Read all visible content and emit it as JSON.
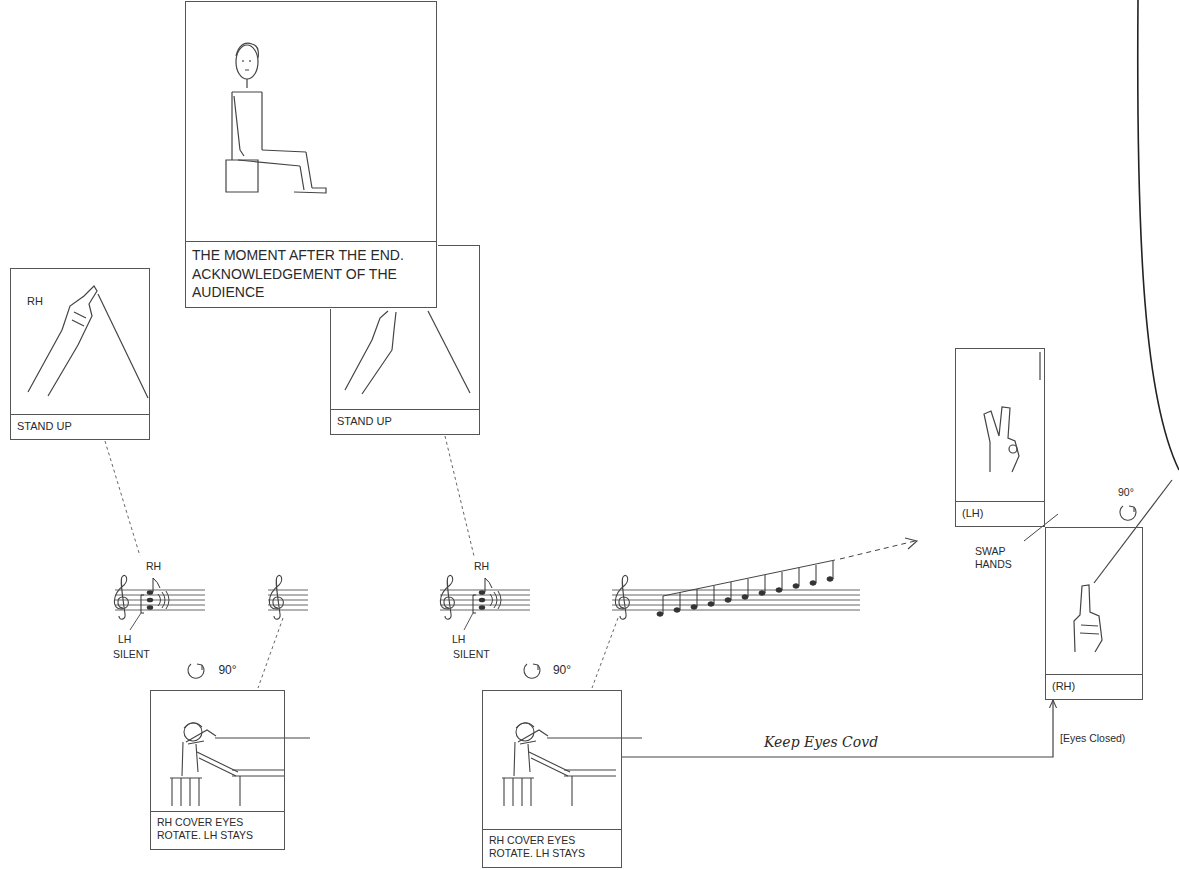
{
  "diagram": {
    "nodes": [
      {
        "text": [
          "THE MOMENT AFTER THE END. ACKNOWLEDGEMENT OF THE AUDIENCE"
        ]
      },
      {
        "text": [
          "RH",
          "STAND UP"
        ]
      },
      {
        "text": [
          "STAND UP"
        ]
      },
      {
        "text": [
          "90°",
          "RH COVER EYES ROTATE. LH STAYS"
        ]
      },
      {
        "text": [
          "90°",
          "RH COVER EYES ROTATE. LH STAYS"
        ]
      },
      {
        "text": [
          "(LH)"
        ]
      },
      {
        "text": [
          "(RH)"
        ]
      }
    ],
    "edges": [
      {
        "from": 4,
        "to": 6,
        "arrow": "to",
        "label": "Keep Eyes Covd"
      }
    ],
    "labels": [
      "RH",
      "LH",
      "SILENT",
      "RH",
      "LH",
      "SILENT",
      "SWAP HANDS",
      "90°",
      "[Eyes Closed)"
    ]
  }
}
